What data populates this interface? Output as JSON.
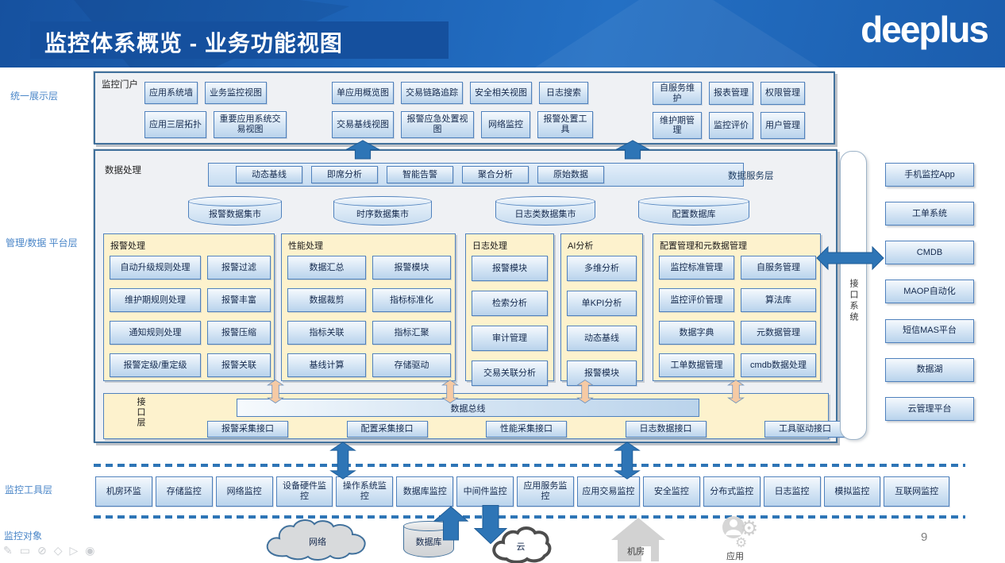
{
  "header": {
    "title": "监控体系概览 - 业务功能视图",
    "logo": "deeplus"
  },
  "layer_labels": {
    "display": "统一展示层",
    "platform": "管理/数据 平台层",
    "tools": "监控工具层",
    "objects": "监控对象"
  },
  "portal": {
    "label": "监控门户",
    "g1r1": [
      "应用系统墙",
      "业务监控视图"
    ],
    "g1r2": [
      "应用三层拓扑",
      "重要应用系统交易视图"
    ],
    "g2r1": [
      "单应用概览图",
      "交易链路追踪",
      "安全相关视图",
      "日志搜索"
    ],
    "g2r2": [
      "交易基线视图",
      "报警应急处置视图",
      "网络监控",
      "报警处置工具"
    ],
    "g3r1": [
      "自服务维护",
      "报表管理",
      "权限管理"
    ],
    "g3r2": [
      "维护期管理",
      "监控评价",
      "用户管理"
    ]
  },
  "platform": {
    "label": "数据处理",
    "service_bar": {
      "items": [
        "动态基线",
        "即席分析",
        "智能告警",
        "聚合分析",
        "原始数据"
      ],
      "label": "数据服务层"
    },
    "marts": [
      "报警数据集市",
      "时序数据集市",
      "日志类数据集市",
      "配置数据库"
    ],
    "panels": [
      {
        "title": "报警处理",
        "items": [
          "自动升级规则处理",
          "报警过滤",
          "维护期规则处理",
          "报警丰富",
          "通知规则处理",
          "报警压缩",
          "报警定级/重定级",
          "报警关联"
        ]
      },
      {
        "title": "性能处理",
        "items": [
          "数据汇总",
          "报警模块",
          "数据裁剪",
          "指标标准化",
          "指标关联",
          "指标汇聚",
          "基线计算",
          "存储驱动"
        ]
      },
      {
        "title": "日志处理",
        "items": [
          "报警模块",
          "检索分析",
          "审计管理",
          "交易关联分析"
        ]
      },
      {
        "title": "AI分析",
        "items": [
          "多维分析",
          "单KPI分析",
          "动态基线",
          "报警模块"
        ]
      },
      {
        "title": "配置管理和元数据管理",
        "items": [
          "监控标准管理",
          "自服务管理",
          "监控评价管理",
          "算法库",
          "数据字典",
          "元数据管理",
          "工单数据管理",
          "cmdb数据处理"
        ]
      }
    ],
    "interface_layer": {
      "label": "接口层",
      "bus": "数据总线",
      "items": [
        "报警采集接口",
        "配置采集接口",
        "性能采集接口",
        "日志数据接口",
        "工具驱动接口"
      ]
    }
  },
  "interface_system": {
    "label": "接口系统",
    "items": [
      "手机监控App",
      "工单系统",
      "CMDB",
      "MAOP自动化",
      "短信MAS平台",
      "数据湖",
      "云管理平台"
    ]
  },
  "tools": {
    "items": [
      "机房环监",
      "存储监控",
      "网络监控",
      "设备硬件监控",
      "操作系统监控",
      "数据库监控",
      "中间件监控",
      "应用服务监控",
      "应用交易监控",
      "安全监控",
      "分布式监控",
      "日志监控",
      "模拟监控",
      "互联网监控"
    ]
  },
  "objects_row": {
    "network": {
      "label": "网络"
    },
    "database": {
      "label": "数据库"
    },
    "cloud": {
      "label": "云"
    },
    "room": {
      "label": "机房"
    },
    "app": {
      "label": "应用"
    }
  },
  "annotation_toolbar": {
    "icons": [
      {
        "name": "pen-icon",
        "glyph": "✎"
      },
      {
        "name": "panel-icon",
        "glyph": "▭"
      },
      {
        "name": "ellipse-icon",
        "glyph": "⊘"
      },
      {
        "name": "diamond-icon",
        "glyph": "◇"
      },
      {
        "name": "cursor-icon",
        "glyph": "▷"
      },
      {
        "name": "webcam-icon",
        "glyph": "◉"
      }
    ]
  },
  "page_number": "9",
  "colors": {
    "accent": "#2E75B6",
    "header_blue": "#1D63B6",
    "panel_yellow": "#FDF2CD",
    "box_border": "#4F81BD",
    "arrow_peach": "#F6CAA4"
  }
}
